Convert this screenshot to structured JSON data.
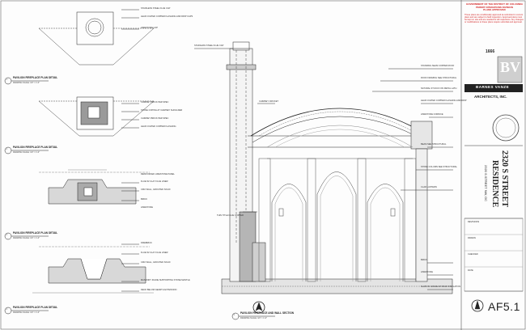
{
  "sheet": {
    "number": "AF5.1",
    "project": "2320 S STREET RESIDENCE",
    "project_line1": "2320 S STREET",
    "project_line2": "RESIDENCE",
    "address": "2320 S STREET NW, DC",
    "architect_logo": "BV",
    "architect_name": "BARNES VANZE",
    "architect_firm": "ARCHITECTS, INC.",
    "permit_number": "1666"
  },
  "stamp": {
    "line1": "GOVERNMENT OF THE DISTRICT OF COLUMBIA",
    "line2": "PERMIT OPERATIONS DIVISION",
    "line3": "PLANS APPROVED",
    "body": "These plans are conditionally approved as submitted in current plans and are subject to field inspection. Approved plans must be kept on site and are needed for all inspections. Any changes or modifications to these plans require submittal and approval."
  },
  "plans": [
    {
      "number": "1",
      "title": "PAVILION FIREPLACE PLAN DETAIL",
      "scale": "DRAWING SCALE: 3/4\" = 1'-0\""
    },
    {
      "number": "2",
      "title": "PAVILION FIREPLACE PLAN DETAIL",
      "scale": "DRAWING SCALE: 3/4\" = 1'-0\""
    },
    {
      "number": "3",
      "title": "PAVILION FIREPLACE PLAN DETAIL",
      "scale": "DRAWING SCALE: 3/4\" = 1'-0\""
    },
    {
      "number": "4",
      "title": "PAVILION FIREPLACE PLAN DETAIL",
      "scale": "DRAWING SCALE: 3/4\" = 1'-0\""
    }
  ],
  "section": {
    "number": "5",
    "title": "PAVILION FIREPLACE AND WALL SECTION",
    "scale": "DRAWING SCALE: 3/4\" = 1'-0\""
  },
  "notes": {
    "plan1": [
      "STAINLESS STEEL FLUE CAP",
      "LEAD COATED COPPER FLASHING AND DRIP CAPS",
      "LIMESTONE CAP"
    ],
    "plan2": [
      "CHIMNEY BRICK PER SPEC",
      "STONE COPING AT CHIMNEY SHOULDER",
      "CHIMNEY BRICK PER SPEC",
      "LEAD COATED COPPER FLASHING"
    ],
    "plan3": [
      "REINFORCED LIMESTONE PANEL",
      "FLUE W/ CLAY FLUE LINER",
      "CMU WALL, GROUTED SOLID",
      "BRICK",
      "LIMESTONE"
    ],
    "plan4": [
      "FIREBRICK",
      "FLUE W/ CLAY FLUE LINER",
      "CMU WALL, GROUTED SOLID",
      "MASONRY INLINE SUPPORTING STONE MANTLE",
      "DECK BELOW HEARTH EXTENSION"
    ],
    "section_left": [
      "STAINLESS STEEL FLUE CAP",
      "CHIMNEY CRICKET",
      "THIN TITLE FLUE COPPER"
    ],
    "section_right": [
      "STANDING SEAM COPPER ROOF",
      "ROOF FRAMING SEE STRUCTURAL",
      "NATURAL STUCCO ON METAL LATH",
      "LEAD COATED COPPER FLASHING AND DRIP",
      "LIMESTONE CORNICE",
      "BEAM SEE STRUCTURAL",
      "STONE COLUMN SEE STRUCTURAL",
      "CLAD LANTERN",
      "BRICK",
      "LIMESTONE",
      "SLAB ON GRADE W/ RIGID INSULATION"
    ]
  },
  "titleblock": {
    "revisions_label": "REVISIONS",
    "drawn_label": "DRAWN",
    "checked_label": "CHECKED",
    "date_label": "DATE"
  }
}
